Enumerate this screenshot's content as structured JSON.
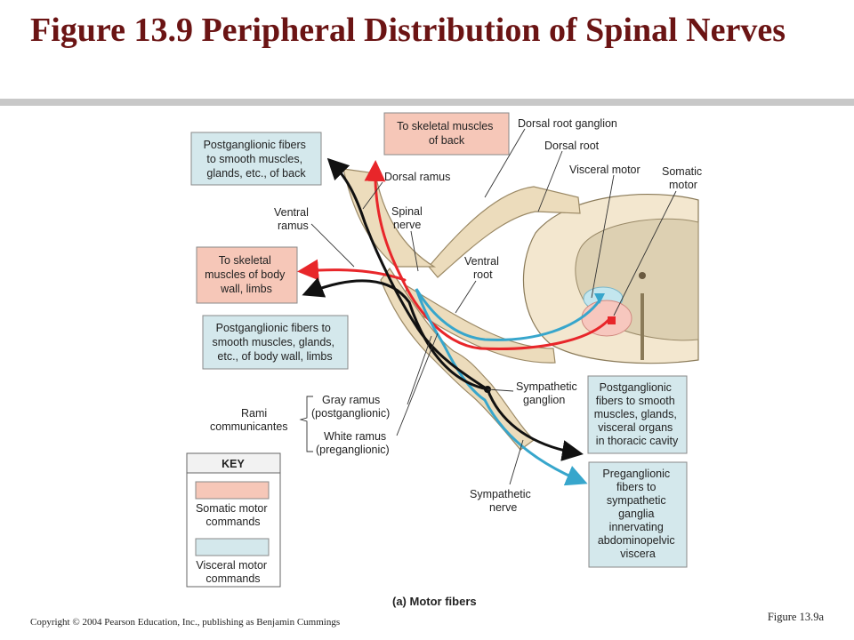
{
  "slide": {
    "title": "Figure 13.9  Peripheral Distribution of Spinal Nerves",
    "copyright": "Copyright © 2004 Pearson Education, Inc., publishing  as Benjamin Cummings",
    "figure_ref": "Figure 13.9a"
  },
  "colors": {
    "title": "#6b1414",
    "somatic_box": "#f6c7b8",
    "visceral_box": "#d4e8ec",
    "somatic_line": "#e8262a",
    "visceral_line": "#37a6cc",
    "nerve_tissue": "#ecdcbc"
  },
  "labels": {
    "dorsal_root_ganglion": "Dorsal root ganglion",
    "dorsal_root": "Dorsal root",
    "visceral_motor_1": "Visceral motor",
    "somatic_motor_1": "Somatic",
    "somatic_motor_2": "motor",
    "dorsal_ramus": "Dorsal ramus",
    "ventral_ramus_1": "Ventral",
    "ventral_ramus_2": "ramus",
    "spinal_nerve_1": "Spinal",
    "spinal_nerve_2": "nerve",
    "ventral_root_1": "Ventral",
    "ventral_root_2": "root",
    "sympathetic_ganglion_1": "Sympathetic",
    "sympathetic_ganglion_2": "ganglion",
    "gray_ramus_1": "Gray ramus",
    "gray_ramus_2": "(postganglionic)",
    "white_ramus_1": "White ramus",
    "white_ramus_2": "(preganglionic)",
    "rami_1": "Rami",
    "rami_2": "communicantes",
    "sympathetic_nerve_1": "Sympathetic",
    "sympathetic_nerve_2": "nerve",
    "caption": "(a) Motor fibers"
  },
  "boxes": {
    "skeletal_back": [
      "To skeletal muscles",
      "of back"
    ],
    "postgang_back": [
      "Postganglionic fibers",
      "to smooth muscles,",
      "glands, etc., of back"
    ],
    "skeletal_wall": [
      "To skeletal",
      "muscles of body",
      "wall, limbs"
    ],
    "postgang_wall": [
      "Postganglionic fibers to",
      "smooth muscles, glands,",
      "etc., of body wall, limbs"
    ],
    "postgang_thoracic": [
      "Postganglionic",
      "fibers to smooth",
      "muscles, glands,",
      "visceral organs",
      "in thoracic cavity"
    ],
    "preganglionic": [
      "Preganglionic",
      "fibers to",
      "sympathetic",
      "ganglia",
      "innervating",
      "abdominopelvic",
      "viscera"
    ]
  },
  "key": {
    "heading": "KEY",
    "somatic": [
      "Somatic motor",
      "commands"
    ],
    "visceral": [
      "Visceral motor",
      "commands"
    ]
  }
}
